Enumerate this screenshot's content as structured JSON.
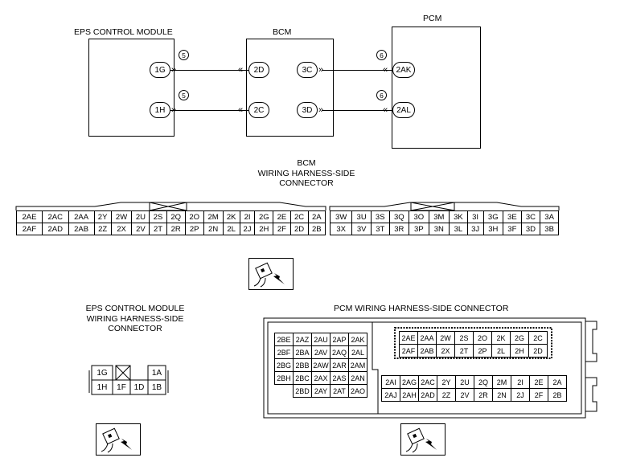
{
  "wiring": {
    "eps_title": "EPS CONTROL MODULE",
    "bcm_title": "BCM",
    "pcm_title": "PCM",
    "eps_pins": [
      "1G",
      "1H"
    ],
    "bcm_left_pins": [
      "2D",
      "2C"
    ],
    "bcm_right_pins": [
      "3C",
      "3D"
    ],
    "pcm_pins": [
      "2AK",
      "2AL"
    ],
    "wire_left_num": [
      "5",
      "5"
    ],
    "wire_right_num": [
      "6",
      "6"
    ]
  },
  "bcm_connector": {
    "title": [
      "BCM",
      "WIRING HARNESS-SIDE",
      "CONNECTOR"
    ],
    "left_row1": [
      "2AE",
      "2AC",
      "2AA",
      "2Y",
      "2W",
      "2U",
      "2S",
      "2Q",
      "2O",
      "2M",
      "2K",
      "2I",
      "2G",
      "2E",
      "2C",
      "2A"
    ],
    "left_row2": [
      "2AF",
      "2AD",
      "2AB",
      "2Z",
      "2X",
      "2V",
      "2T",
      "2R",
      "2P",
      "2N",
      "2L",
      "2J",
      "2H",
      "2F",
      "2D",
      "2B"
    ],
    "right_row1": [
      "3W",
      "3U",
      "3S",
      "3Q",
      "3O",
      "3M",
      "3K",
      "3I",
      "3G",
      "3E",
      "3C",
      "3A"
    ],
    "right_row2": [
      "3X",
      "3V",
      "3T",
      "3R",
      "3P",
      "3N",
      "3L",
      "3J",
      "3H",
      "3F",
      "3D",
      "3B"
    ]
  },
  "eps_connector": {
    "title": [
      "EPS CONTROL MODULE",
      "WIRING HARNESS-SIDE",
      "CONNECTOR"
    ],
    "row1": [
      "1G",
      "",
      "1A"
    ],
    "row2": [
      "1H",
      "1F",
      "1D",
      "1B"
    ]
  },
  "pcm_connector": {
    "title": "PCM WIRING HARNESS-SIDE CONNECTOR",
    "left_rows": [
      [
        "2BE",
        "2AZ",
        "2AU",
        "2AP",
        "2AK"
      ],
      [
        "2BF",
        "2BA",
        "2AV",
        "2AQ",
        "2AL"
      ],
      [
        "2BG",
        "2BB",
        "2AW",
        "2AR",
        "2AM"
      ],
      [
        "2BH",
        "2BC",
        "2AX",
        "2AS",
        "2AN"
      ],
      [
        "",
        "2BD",
        "2AY",
        "2AT",
        "2AO"
      ]
    ],
    "upper_right_rows": [
      [
        "2AE",
        "2AA",
        "2W",
        "2S",
        "2O",
        "2K",
        "2G",
        "2C"
      ],
      [
        "2AF",
        "2AB",
        "2X",
        "2T",
        "2P",
        "2L",
        "2H",
        "2D"
      ]
    ],
    "lower_right_rows": [
      [
        "2AI",
        "2AG",
        "2AC",
        "2Y",
        "2U",
        "2Q",
        "2M",
        "2I",
        "2E",
        "2A"
      ],
      [
        "2AJ",
        "2AH",
        "2AD",
        "2Z",
        "2V",
        "2R",
        "2N",
        "2J",
        "2F",
        "2B"
      ]
    ]
  }
}
